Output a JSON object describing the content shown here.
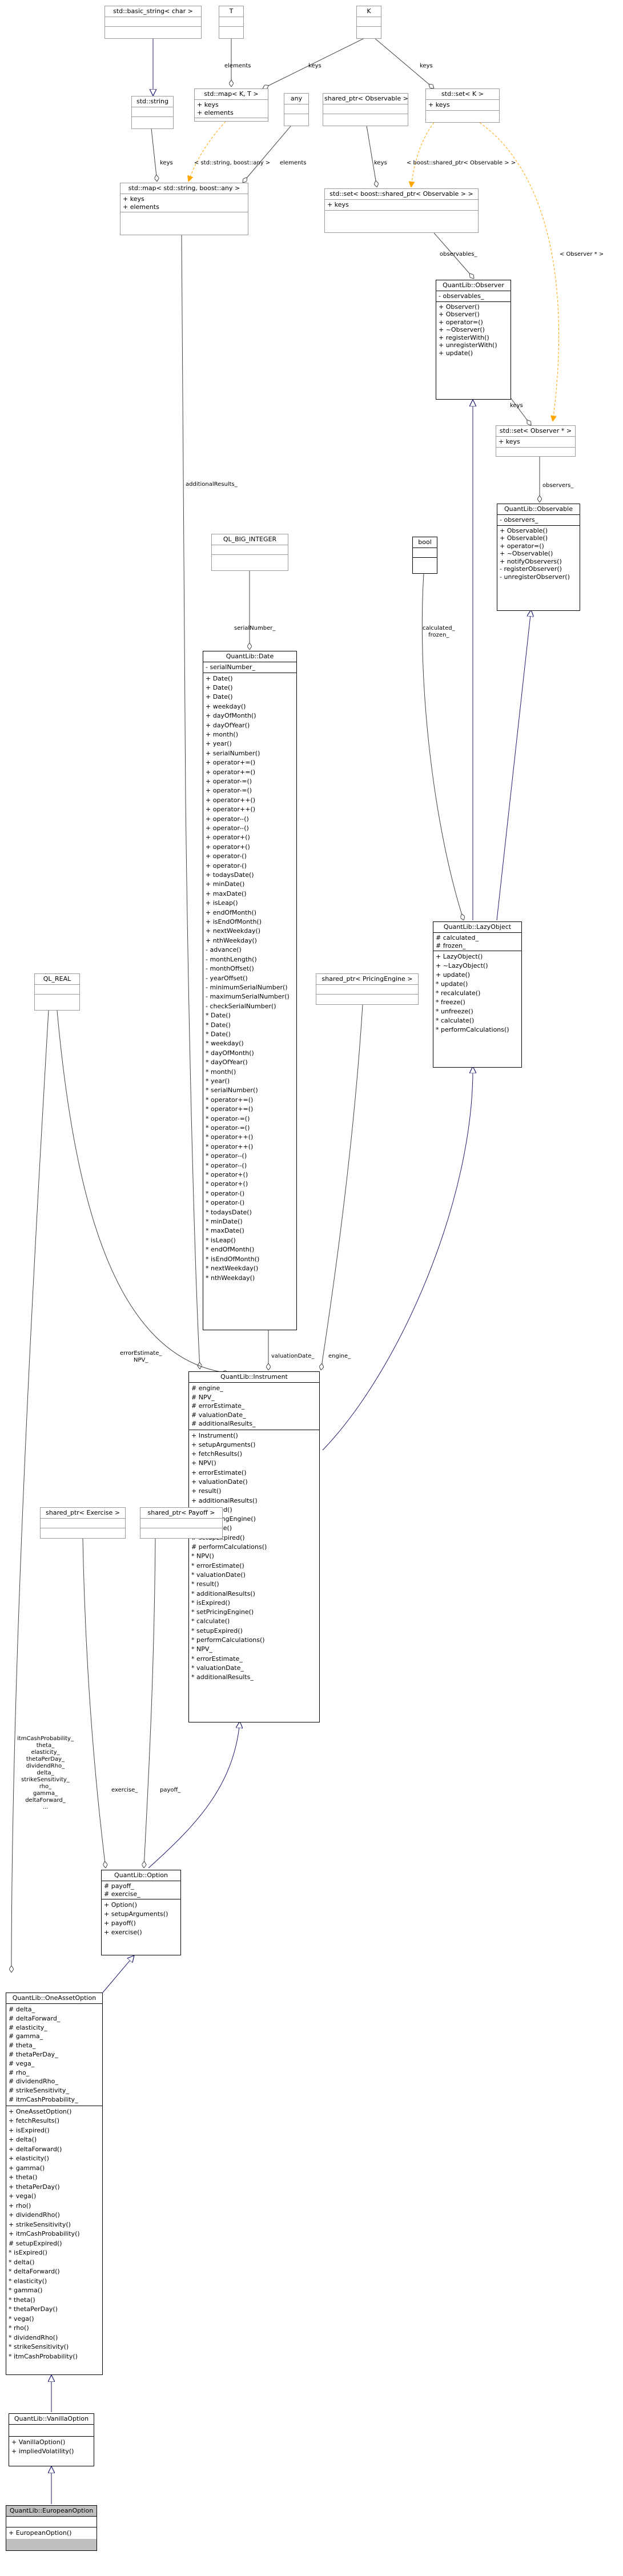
{
  "nodes": {
    "basic_string": {
      "title": "std::basic_string< char >",
      "attrs": [],
      "ops": []
    },
    "t": {
      "title": "T",
      "attrs": [],
      "ops": []
    },
    "k": {
      "title": "K",
      "attrs": [],
      "ops": []
    },
    "string": {
      "title": "std::string",
      "attrs": [],
      "ops": []
    },
    "map_kt": {
      "title": "std::map< K, T >",
      "attrs": [
        "+ keys",
        "+ elements"
      ],
      "ops": []
    },
    "any": {
      "title": "any",
      "attrs": [],
      "ops": []
    },
    "shared_ptr_obs": {
      "title": "shared_ptr< Observable >",
      "attrs": [],
      "ops": []
    },
    "set_k": {
      "title": "std::set< K >",
      "attrs": [
        "+ keys"
      ],
      "ops": []
    },
    "map_string_any": {
      "title": "std::map< std::string, boost::any >",
      "attrs": [
        "+ keys",
        "+ elements"
      ],
      "ops": []
    },
    "set_shared_obs": {
      "title": "std::set< boost::shared_ptr< Observable > >",
      "attrs": [
        "+ keys"
      ],
      "ops": []
    },
    "observer": {
      "title": "QuantLib::Observer",
      "attrs": [
        "- observables_"
      ],
      "ops": [
        "+ Observer()",
        "+ Observer()",
        "+ operator=()",
        "+ ~Observer()",
        "+ registerWith()",
        "+ unregisterWith()",
        "+ update()"
      ]
    },
    "set_observer": {
      "title": "std::set< Observer * >",
      "attrs": [
        "+ keys"
      ],
      "ops": []
    },
    "observable": {
      "title": "QuantLib::Observable",
      "attrs": [
        "- observers_"
      ],
      "ops": [
        "+ Observable()",
        "+ Observable()",
        "+ operator=()",
        "+ ~Observable()",
        "+ notifyObservers()",
        "- registerObserver()",
        "- unregisterObserver()"
      ]
    },
    "ql_big_integer": {
      "title": "QL_BIG_INTEGER",
      "attrs": [],
      "ops": []
    },
    "bool": {
      "title": "bool",
      "attrs": [],
      "ops": []
    },
    "date": {
      "title": "QuantLib::Date",
      "attrs": [
        "- serialNumber_"
      ],
      "ops": [
        "+ Date()",
        "+ Date()",
        "+ Date()",
        "+ weekday()",
        "+ dayOfMonth()",
        "+ dayOfYear()",
        "+ month()",
        "+ year()",
        "+ serialNumber()",
        "+ operator+=()",
        "+ operator+=()",
        "+ operator-=()",
        "+ operator-=()",
        "+ operator++()",
        "+ operator++()",
        "+ operator--()",
        "+ operator--()",
        "+ operator+()",
        "+ operator+()",
        "+ operator-()",
        "+ operator-()",
        "+ todaysDate()",
        "+ minDate()",
        "+ maxDate()",
        "+ isLeap()",
        "+ endOfMonth()",
        "+ isEndOfMonth()",
        "+ nextWeekday()",
        "+ nthWeekday()",
        "- advance()",
        "- monthLength()",
        "- monthOffset()",
        "- yearOffset()",
        "- minimumSerialNumber()",
        "- maximumSerialNumber()",
        "- checkSerialNumber()",
        "* Date()",
        "* Date()",
        "* Date()",
        "* weekday()",
        "* dayOfMonth()",
        "* dayOfYear()",
        "* month()",
        "* year()",
        "* serialNumber()",
        "* operator+=()",
        "* operator+=()",
        "* operator-=()",
        "* operator-=()",
        "* operator++()",
        "* operator++()",
        "* operator--()",
        "* operator--()",
        "* operator+()",
        "* operator+()",
        "* operator-()",
        "* operator-()",
        "* todaysDate()",
        "* minDate()",
        "* maxDate()",
        "* isLeap()",
        "* endOfMonth()",
        "* isEndOfMonth()",
        "* nextWeekday()",
        "* nthWeekday()"
      ]
    },
    "lazy_object": {
      "title": "QuantLib::LazyObject",
      "attrs": [
        "# calculated_",
        "# frozen_"
      ],
      "ops": [
        "+ LazyObject()",
        "+ ~LazyObject()",
        "+ update()",
        "* update()",
        "* recalculate()",
        "* freeze()",
        "* unfreeze()",
        "* calculate()",
        "* performCalculations()"
      ]
    },
    "ql_real": {
      "title": "QL_REAL",
      "attrs": [],
      "ops": []
    },
    "shared_pricing_engine": {
      "title": "shared_ptr< PricingEngine >",
      "attrs": [],
      "ops": []
    },
    "instrument": {
      "title": "QuantLib::Instrument",
      "attrs": [
        "# engine_",
        "# NPV_",
        "# errorEstimate_",
        "# valuationDate_",
        "# additionalResults_"
      ],
      "ops": [
        "+ Instrument()",
        "+ setupArguments()",
        "+ fetchResults()",
        "+ NPV()",
        "+ errorEstimate()",
        "+ valuationDate()",
        "+ result()",
        "+ additionalResults()",
        "+ isExpired()",
        "+ setPricingEngine()",
        "# calculate()",
        "# setupExpired()",
        "# performCalculations()",
        "* NPV()",
        "* errorEstimate()",
        "* valuationDate()",
        "* result()",
        "* additionalResults()",
        "* isExpired()",
        "* setPricingEngine()",
        "* calculate()",
        "* setupExpired()",
        "* performCalculations()",
        "* NPV_",
        "* errorEstimate_",
        "* valuationDate_",
        "* additionalResults_"
      ]
    },
    "shared_exercise": {
      "title": "shared_ptr< Exercise >",
      "attrs": [],
      "ops": []
    },
    "shared_payoff": {
      "title": "shared_ptr< Payoff >",
      "attrs": [],
      "ops": []
    },
    "option": {
      "title": "QuantLib::Option",
      "attrs": [
        "# payoff_",
        "# exercise_"
      ],
      "ops": [
        "+ Option()",
        "+ setupArguments()",
        "+ payoff()",
        "+ exercise()"
      ]
    },
    "one_asset_option": {
      "title": "QuantLib::OneAssetOption",
      "attrs": [
        "# delta_",
        "# deltaForward_",
        "# elasticity_",
        "# gamma_",
        "# theta_",
        "# thetaPerDay_",
        "# vega_",
        "# rho_",
        "# dividendRho_",
        "# strikeSensitivity_",
        "# itmCashProbability_"
      ],
      "ops": [
        "+ OneAssetOption()",
        "+ fetchResults()",
        "+ isExpired()",
        "+ delta()",
        "+ deltaForward()",
        "+ elasticity()",
        "+ gamma()",
        "+ theta()",
        "+ thetaPerDay()",
        "+ vega()",
        "+ rho()",
        "+ dividendRho()",
        "+ strikeSensitivity()",
        "+ itmCashProbability()",
        "# setupExpired()",
        "* isExpired()",
        "* delta()",
        "* deltaForward()",
        "* elasticity()",
        "* gamma()",
        "* theta()",
        "* thetaPerDay()",
        "* vega()",
        "* rho()",
        "* dividendRho()",
        "* strikeSensitivity()",
        "* itmCashProbability()"
      ]
    },
    "vanilla_option": {
      "title": "QuantLib::VanillaOption",
      "attrs": [],
      "ops": [
        "+ VanillaOption()",
        "+ impliedVolatility()"
      ]
    },
    "european_option": {
      "title": "QuantLib::EuropeanOption",
      "attrs": [],
      "ops": [
        "+ EuropeanOption()"
      ]
    }
  },
  "edge_labels": {
    "elements_1": "elements",
    "keys_1": "keys",
    "keys_2": "keys",
    "keys_3": "keys",
    "stdstring_any": "< std::string, boost::any >",
    "elements_2": "elements",
    "keys_4": "keys",
    "shared_obs_set": "< boost::shared_ptr< Observable > >",
    "observer_star": "< Observer * >",
    "observables": "observables_",
    "keys_5": "keys",
    "observers": "observers_",
    "additional_results": "additionalResults_",
    "serial_number": "serialNumber_",
    "calculated": "calculated_\nfrozen_",
    "error_estimate": "errorEstimate_\nNPV_",
    "valuation_date": "valuationDate_",
    "engine": "engine_",
    "greeks": "itmCashProbability_\ntheta_\nelasticity_\nthetaPerDay_\ndividendRho_\ndelta_\nstrikeSensitivity_\nrho_\ngamma_\ndeltaForward_\n...",
    "exercise": "exercise_",
    "payoff": "payoff_"
  },
  "colors": {
    "inheritance": "#191970",
    "usage": "#9a32cd",
    "template": "#ffa500",
    "border": "#000000",
    "current_fill": "#bfbfbf"
  }
}
